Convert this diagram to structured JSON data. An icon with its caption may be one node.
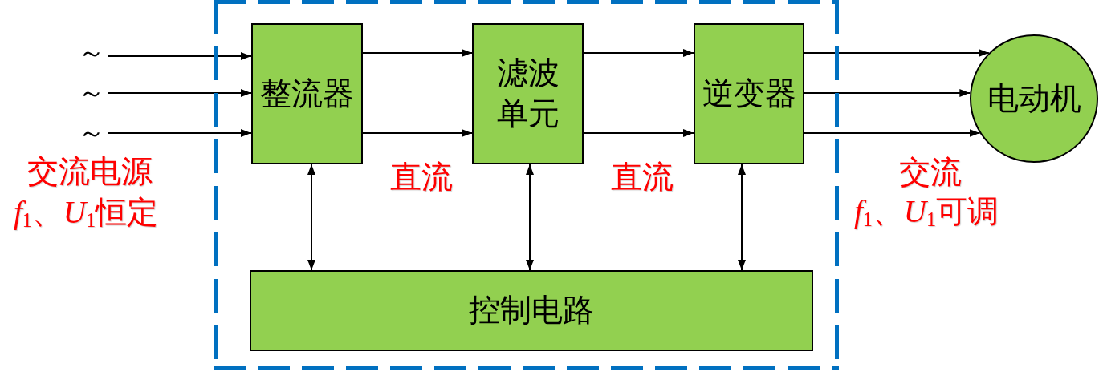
{
  "diagram": {
    "nodes": [
      {
        "text": [
          "～"
        ]
      },
      {
        "text": [
          "～"
        ]
      },
      {
        "text": [
          "～"
        ]
      },
      {
        "text": [],
        "shape": "box"
      },
      {
        "text": [
          "整流器"
        ],
        "in": 3
      },
      {
        "text": [
          "滤波单元"
        ],
        "in": 3
      },
      {
        "text": [
          "逆变器"
        ],
        "in": 3
      },
      {
        "text": [
          "控制电路"
        ],
        "in": 3
      },
      {
        "text": [
          "电动机"
        ]
      }
    ],
    "edges": [
      {
        "from": 0,
        "to": 4,
        "arrow": "to"
      },
      {
        "from": 1,
        "to": 4,
        "arrow": "to"
      },
      {
        "from": 2,
        "to": 4,
        "arrow": "to"
      },
      {
        "from": 4,
        "to": 5,
        "arrow": "to"
      },
      {
        "from": 4,
        "to": 5,
        "arrow": "to"
      },
      {
        "from": 5,
        "to": 6,
        "arrow": "to"
      },
      {
        "from": 5,
        "to": 6,
        "arrow": "to"
      },
      {
        "from": 6,
        "to": 8,
        "arrow": "to"
      },
      {
        "from": 6,
        "to": 8,
        "arrow": "to"
      },
      {
        "from": 6,
        "to": 8,
        "arrow": "to"
      },
      {
        "from": 4,
        "to": 7,
        "arrow": "both"
      },
      {
        "from": 5,
        "to": 7,
        "arrow": "both"
      },
      {
        "from": 6,
        "to": 7,
        "arrow": "both"
      }
    ],
    "labels": [
      "交流电源",
      "*f*$_{1}$、*U*$_{1}$恒定",
      "直流",
      "直流",
      "交流",
      "*f*$_{1}$、*U*$_{1}$可调"
    ]
  }
}
